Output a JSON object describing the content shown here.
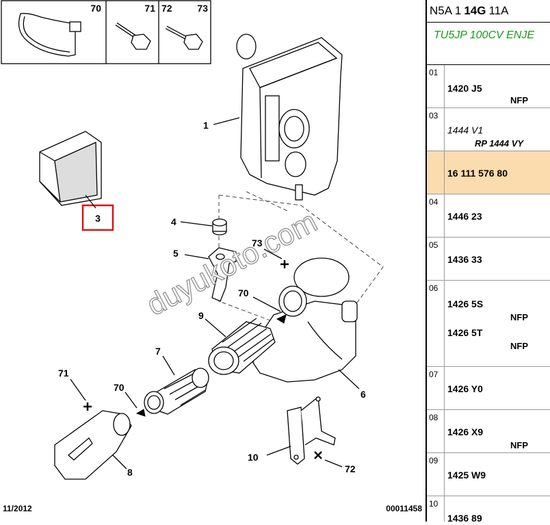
{
  "header": {
    "code_1": "N5A 1",
    "code_2": "14G",
    "code_3": "11A"
  },
  "engine_label": "TU5JP 100CV ENJE",
  "rows": [
    {
      "index": "01",
      "ref": "1420 J5",
      "note": "NFP"
    },
    {
      "index": "03",
      "ref": "1444 V1",
      "note": "RP 1444 VY"
    },
    {
      "index": "",
      "ref": "16 111 576 80"
    },
    {
      "index": "04",
      "ref": "1446 23"
    },
    {
      "index": "05",
      "ref": "1436 33"
    },
    {
      "index": "06",
      "ref": "1426 5S",
      "note": "NFP",
      "ref2": "1426 5T",
      "note2": "NFP"
    },
    {
      "index": "07",
      "ref": "1426 Y0"
    },
    {
      "index": "08",
      "ref": "1426 X9",
      "note": "NFP"
    },
    {
      "index": "09",
      "ref": "1425 W9"
    },
    {
      "index": "10",
      "ref": "1436 89"
    }
  ],
  "diagram": {
    "inset_labels": [
      "70",
      "71",
      "72",
      "73"
    ],
    "part_labels": {
      "p1": "1",
      "p3": "3",
      "p4": "4",
      "p5": "5",
      "p6": "6",
      "p7": "7",
      "p8": "8",
      "p9": "9",
      "p10": "10",
      "p70a": "70",
      "p70b": "70",
      "p71": "71",
      "p72": "72",
      "p73": "73"
    },
    "watermark": "duyukoto.com",
    "date": "11/2012",
    "doc_number": "00011458"
  },
  "colors": {
    "highlight": "#fbdcaf",
    "selection_box": "#e01010",
    "engine_text": "#1a9a1a"
  }
}
